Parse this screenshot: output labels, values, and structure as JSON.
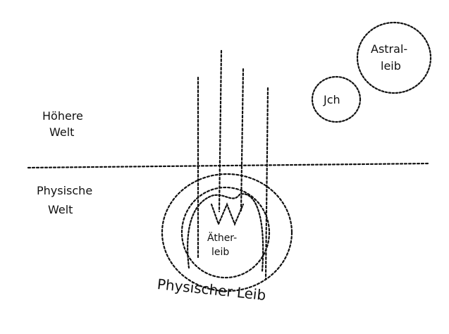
{
  "labels": {
    "hoehere_welt_line1": "Höhere",
    "hoehere_welt_line2": "Welt",
    "physische_welt_line1": "Physische",
    "physische_welt_line2": "Welt",
    "astralleib_line1": "Astral-",
    "astralleib_line2": "leib",
    "ich": "Jch",
    "aetherleib_line1": "Äther-",
    "aetherleib_line2": "leib",
    "physischer_leib": "Physischer Leib"
  }
}
